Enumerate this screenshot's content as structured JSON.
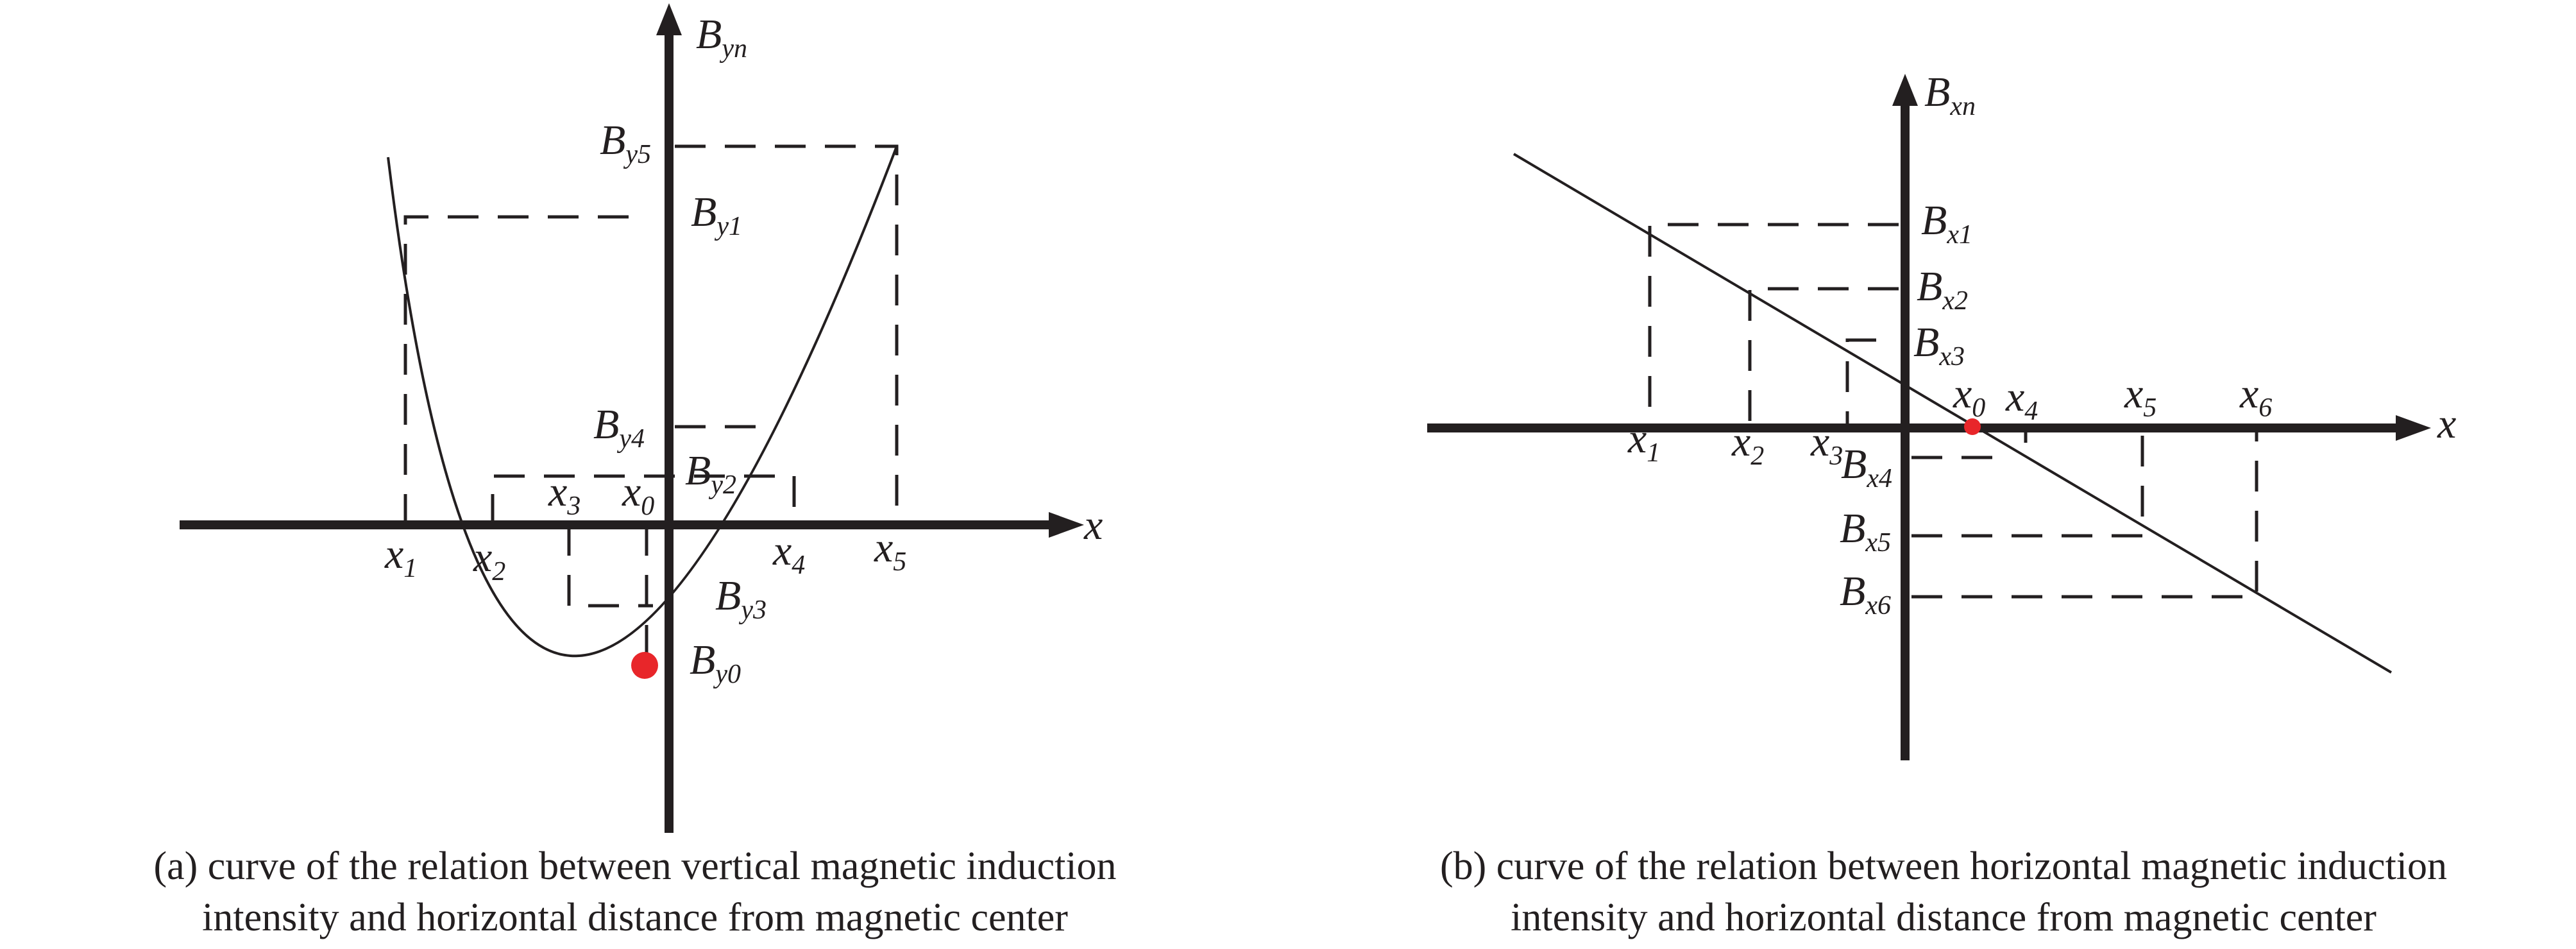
{
  "panel_a": {
    "axis_labels": {
      "y_main": "B",
      "y_sub": "yn",
      "x": "x"
    },
    "field_labels": [
      {
        "main": "B",
        "sub": "y5"
      },
      {
        "main": "B",
        "sub": "y1"
      },
      {
        "main": "B",
        "sub": "y4"
      },
      {
        "main": "B",
        "sub": "y2"
      },
      {
        "main": "B",
        "sub": "y3"
      },
      {
        "main": "B",
        "sub": "y0"
      }
    ],
    "x_labels": [
      {
        "main": "x",
        "sub": "1"
      },
      {
        "main": "x",
        "sub": "2"
      },
      {
        "main": "x",
        "sub": "3"
      },
      {
        "main": "x",
        "sub": "0"
      },
      {
        "main": "x",
        "sub": "4"
      },
      {
        "main": "x",
        "sub": "5"
      }
    ],
    "caption_lines": [
      "(a) curve of the relation between vertical magnetic induction",
      "intensity and horizontal distance from magnetic center"
    ]
  },
  "panel_b": {
    "axis_labels": {
      "y_main": "B",
      "y_sub": "xn",
      "x": "x"
    },
    "field_labels": [
      {
        "main": "B",
        "sub": "x1"
      },
      {
        "main": "B",
        "sub": "x2"
      },
      {
        "main": "B",
        "sub": "x3"
      },
      {
        "main": "B",
        "sub": "x4"
      },
      {
        "main": "B",
        "sub": "x5"
      },
      {
        "main": "B",
        "sub": "x6"
      }
    ],
    "x_labels": [
      {
        "main": "x",
        "sub": "1"
      },
      {
        "main": "x",
        "sub": "2"
      },
      {
        "main": "x",
        "sub": "3"
      },
      {
        "main": "x",
        "sub": "0"
      },
      {
        "main": "x",
        "sub": "4"
      },
      {
        "main": "x",
        "sub": "5"
      },
      {
        "main": "x",
        "sub": "6"
      }
    ],
    "caption_lines": [
      "(b) curve of the relation between horizontal magnetic induction",
      "intensity and horizontal distance from magnetic center"
    ]
  },
  "colors": {
    "ink": "#231f20",
    "center_marker": "#e8262a",
    "background": "#ffffff"
  }
}
